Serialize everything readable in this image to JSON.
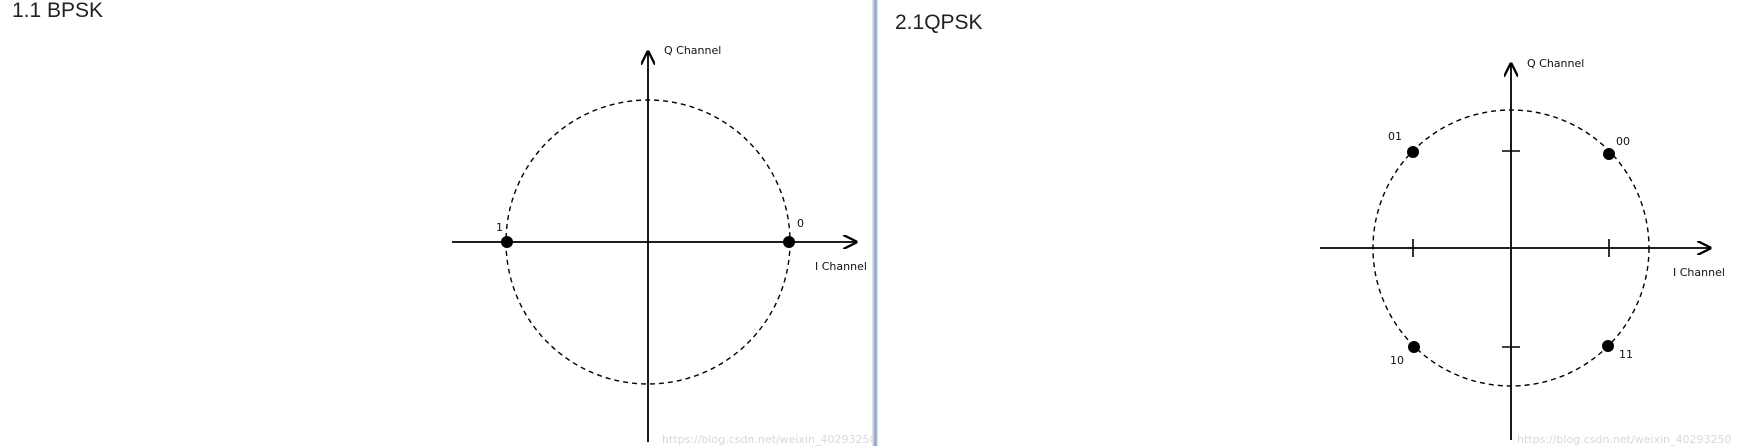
{
  "left_panel": {
    "heading": "1.1 BPSK",
    "diagram": {
      "q_axis_label": "Q Channel",
      "i_axis_label": "I Channel",
      "points": [
        {
          "label": "1"
        },
        {
          "label": "0"
        }
      ]
    },
    "watermark": "https://blog.csdn.net/weixin_40293250"
  },
  "right_panel": {
    "heading": "2.1QPSK",
    "diagram": {
      "q_axis_label": "Q Channel",
      "i_axis_label": "I Channel",
      "points": [
        {
          "label": "01"
        },
        {
          "label": "00"
        },
        {
          "label": "10"
        },
        {
          "label": "11"
        }
      ]
    },
    "watermark": "https://blog.csdn.net/weixin_40293250"
  }
}
